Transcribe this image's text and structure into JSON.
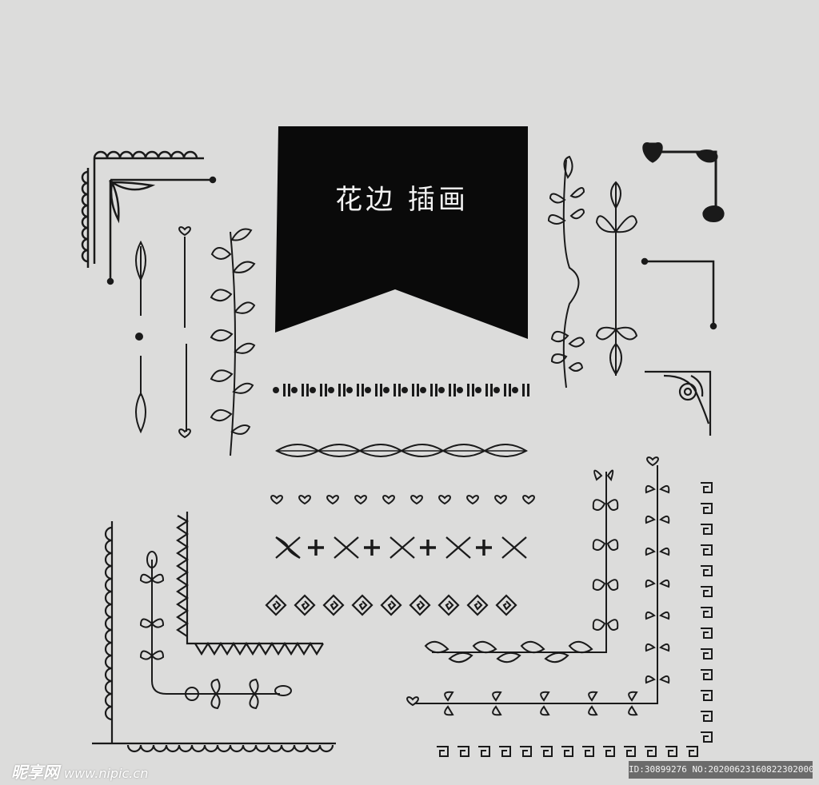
{
  "banner": {
    "title": "花边 插画",
    "fill": "#0a0a0a"
  },
  "ink_color": "#1a1a1a",
  "background_color": "#dcdcdb",
  "watermark": {
    "site": "昵享网",
    "url": "www.nipic.cn",
    "id_text": "ID:30899276 NO:20200623160822302000"
  }
}
